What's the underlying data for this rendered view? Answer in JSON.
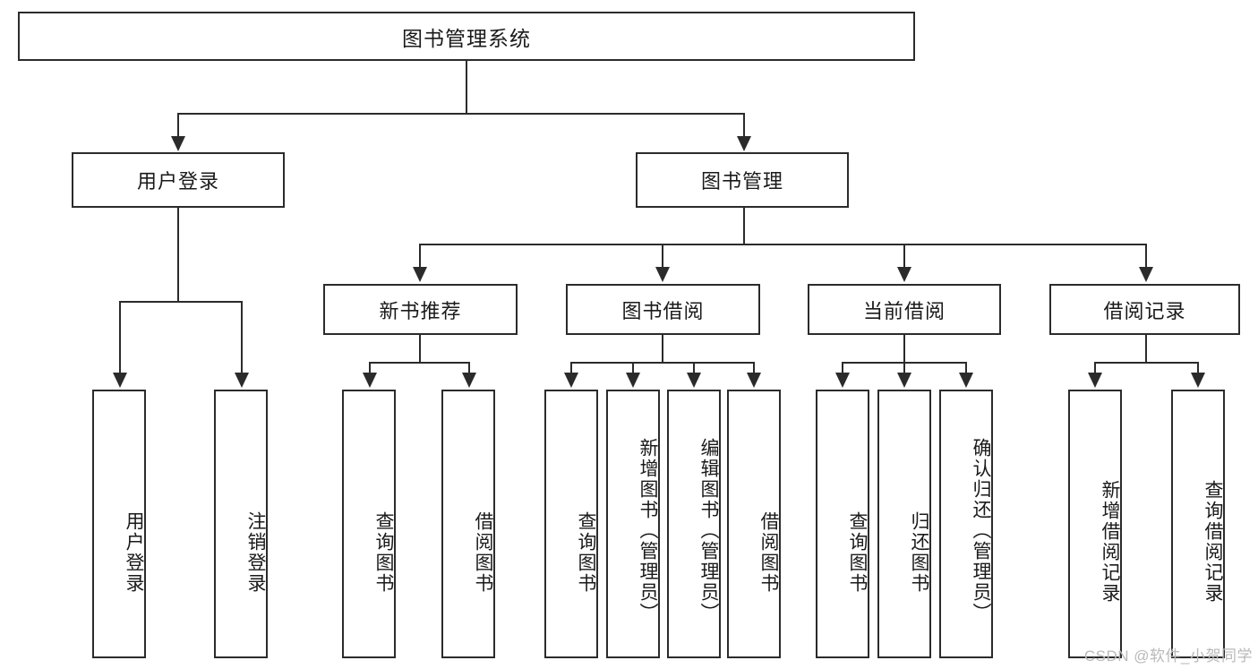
{
  "diagram": {
    "title": "图书管理系统",
    "watermark": "CSDN @软件_小贺同学",
    "type": "tree",
    "levels": 4,
    "root": {
      "label": "图书管理系统"
    },
    "level2": [
      {
        "id": "user-login",
        "label": "用户登录"
      },
      {
        "id": "book-manage",
        "label": "图书管理"
      }
    ],
    "level3": [
      {
        "id": "new-book-recommend",
        "label": "新书推荐",
        "parent": "book-manage"
      },
      {
        "id": "book-borrow",
        "label": "图书借阅",
        "parent": "book-manage"
      },
      {
        "id": "current-borrow",
        "label": "当前借阅",
        "parent": "book-manage"
      },
      {
        "id": "borrow-record",
        "label": "借阅记录",
        "parent": "book-manage"
      }
    ],
    "leaves": {
      "user-login": [
        {
          "id": "leaf-user-login",
          "label": "用户登录"
        },
        {
          "id": "leaf-user-logout",
          "label": "注销登录"
        }
      ],
      "new-book-recommend": [
        {
          "id": "leaf-query-book-1",
          "label": "查询图书"
        },
        {
          "id": "leaf-borrow-book-1",
          "label": "借阅图书"
        }
      ],
      "book-borrow": [
        {
          "id": "leaf-query-book-2",
          "label": "查询图书"
        },
        {
          "id": "leaf-add-book",
          "label": "新增图书（管理员）"
        },
        {
          "id": "leaf-edit-book",
          "label": "编辑图书（管理员）"
        },
        {
          "id": "leaf-borrow-book-2",
          "label": "借阅图书"
        }
      ],
      "current-borrow": [
        {
          "id": "leaf-query-book-3",
          "label": "查询图书"
        },
        {
          "id": "leaf-return-book",
          "label": "归还图书"
        },
        {
          "id": "leaf-confirm-return",
          "label": "确认归还（管理员）"
        }
      ],
      "borrow-record": [
        {
          "id": "leaf-add-record",
          "label": "新增借阅记录"
        },
        {
          "id": "leaf-query-record",
          "label": "查询借阅记录"
        }
      ]
    },
    "colors": {
      "stroke": "#2b2b2b",
      "fill": "#ffffff",
      "text": "#1a1a1a",
      "watermark": "#b9b9b9"
    }
  }
}
